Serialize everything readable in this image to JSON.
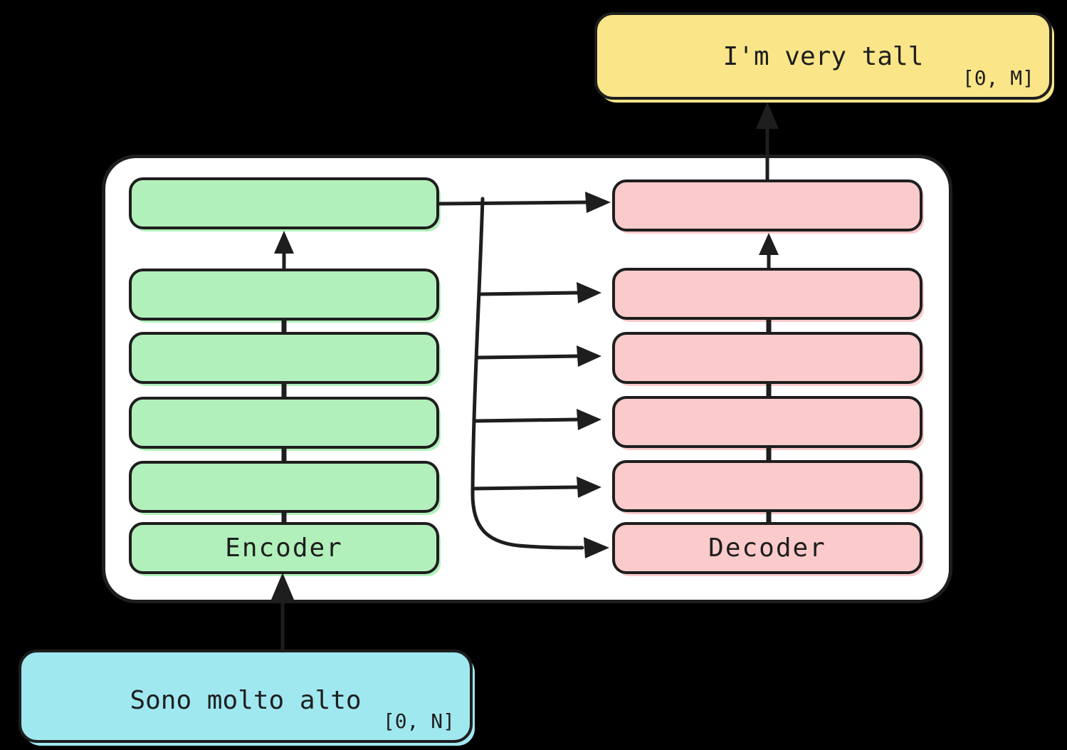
{
  "colors": {
    "background": "#000000",
    "stroke": "#1e1e1e",
    "container-fill": "#ffffff",
    "encoder-fill": "#B2F0BB",
    "decoder-fill": "#FBCACA",
    "output-fill": "#FAE588",
    "input-fill": "#A0E8F0"
  },
  "output_box": {
    "label": "I'm very tall",
    "range": "[0, M]"
  },
  "input_box": {
    "label": "Sono molto alto",
    "range": "[0, N]"
  },
  "encoder": {
    "label": "Encoder",
    "num_layers": 6
  },
  "decoder": {
    "label": "Decoder",
    "num_layers": 6
  }
}
